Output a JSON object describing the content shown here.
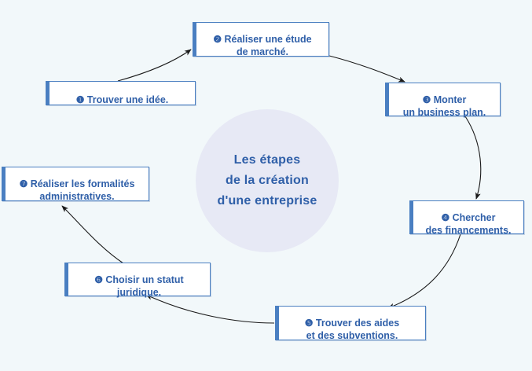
{
  "diagram": {
    "title_lines": [
      "Les étapes",
      "de la création",
      "d'une entreprise"
    ],
    "background_color": "#f2f8fa",
    "circle_color": "#e7e9f5",
    "accent_color": "#4a7fc1",
    "text_color": "#2f5fa8",
    "steps": [
      {
        "number": "1",
        "marker": "❶",
        "text": "Trouver une idée.",
        "full_label": "❶ Trouver une idée."
      },
      {
        "number": "2",
        "marker": "❷",
        "text": "Réaliser une étude\nde marché.",
        "full_label": "❷ Réaliser une étude de marché."
      },
      {
        "number": "3",
        "marker": "❸",
        "text": "Monter\nun business plan.",
        "full_label": "❸ Monter un business plan."
      },
      {
        "number": "4",
        "marker": "❹",
        "text": "Chercher\ndes financements.",
        "full_label": "❹ Chercher des financements."
      },
      {
        "number": "5",
        "marker": "❺",
        "text": "Trouver des aides\net des subventions.",
        "full_label": "❺ Trouver des aides et des subventions."
      },
      {
        "number": "6",
        "marker": "❻",
        "text": "Choisir un statut\njuridique.",
        "full_label": "❻ Choisir un statut juridique."
      },
      {
        "number": "7",
        "marker": "❼",
        "text": "Réaliser les formalités\nadministratives.",
        "full_label": "❼ Réaliser les formalités administratives."
      }
    ]
  }
}
